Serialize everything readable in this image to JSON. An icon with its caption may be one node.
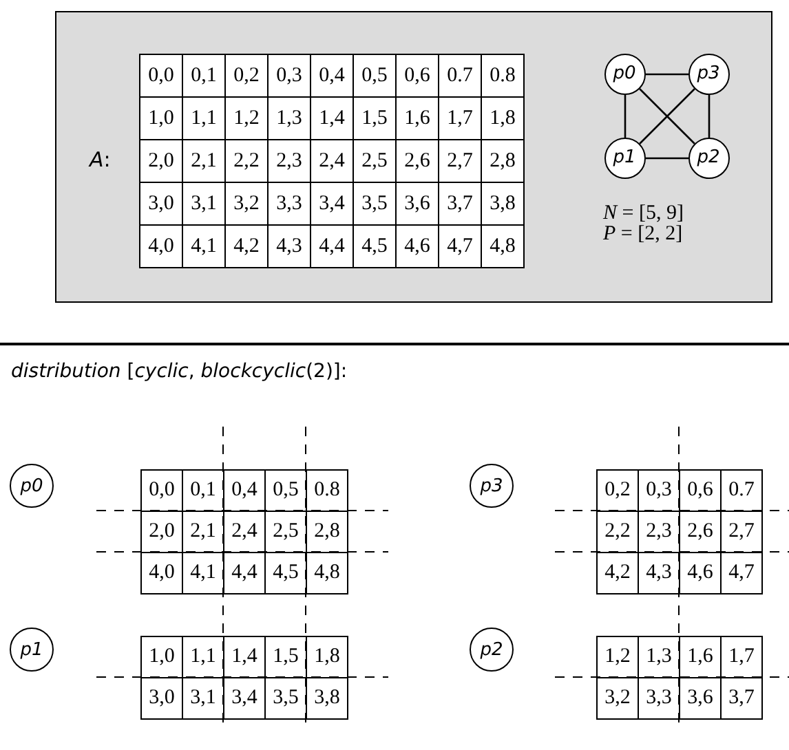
{
  "diagram": {
    "nodes": [
      {
        "text": [],
        "shape": "box"
      },
      {
        "text": [
          "p0"
        ],
        "in": 0
      },
      {
        "text": [
          "p3"
        ],
        "in": 0
      },
      {
        "text": [
          "p1"
        ],
        "in": 0
      },
      {
        "text": [
          "p2"
        ],
        "in": 0
      },
      {
        "text": [
          "p0"
        ]
      },
      {
        "text": [
          "p3"
        ]
      },
      {
        "text": [
          "p1"
        ]
      },
      {
        "text": [
          "p2"
        ]
      }
    ],
    "edges": [
      {
        "from": 1,
        "to": 2,
        "arrow": "none"
      },
      {
        "from": 1,
        "to": 3,
        "arrow": "none"
      },
      {
        "from": 1,
        "to": 4,
        "arrow": "none"
      },
      {
        "from": 2,
        "to": 3,
        "arrow": "none"
      },
      {
        "from": 2,
        "to": 4,
        "arrow": "none"
      },
      {
        "from": 3,
        "to": 4,
        "arrow": "none"
      }
    ],
    "labels": [
      "*A*:",
      "0,0",
      "0,1",
      "0,2",
      "0,3",
      "0,4",
      "0,5",
      "0,6",
      "0.7",
      "0.8",
      "1,0",
      "1,1",
      "1,2",
      "1,3",
      "1,4",
      "1,5",
      "1,6",
      "1,7",
      "1,8",
      "2,0",
      "2,1",
      "2,2",
      "2,3",
      "2,4",
      "2,5",
      "2,6",
      "2,7",
      "2,8",
      "3,0",
      "3,1",
      "3,2",
      "3,3",
      "3,4",
      "3,5",
      "3,6",
      "3,7",
      "3,8",
      "4,0",
      "4,1",
      "4,2",
      "4,3",
      "4,4",
      "4,5",
      "4,6",
      "4,7",
      "4,8",
      "*N* = [5, 9]",
      "*P* = [2, 2]",
      "*distribution* [*cyclic*, *blockcyclic*(2)]:",
      "0,0",
      "0,1",
      "0,4",
      "0,5",
      "0.8",
      "2,0",
      "2,1",
      "2,4",
      "2,5",
      "2,8",
      "4,0",
      "4,1",
      "4,4",
      "4,5",
      "4,8",
      "0,2",
      "0,3",
      "0,6",
      "0.7",
      "2,2",
      "2,3",
      "2,6",
      "2,7",
      "4,2",
      "4,3",
      "4,6",
      "4,7",
      "1,0",
      "1,1",
      "1,4",
      "1,5",
      "1,8",
      "3,0",
      "3,1",
      "3,4",
      "3,5",
      "3,8",
      "1,2",
      "1,3",
      "1,6",
      "1,7",
      "3,2",
      "3,3",
      "3,6",
      "3,7"
    ]
  }
}
